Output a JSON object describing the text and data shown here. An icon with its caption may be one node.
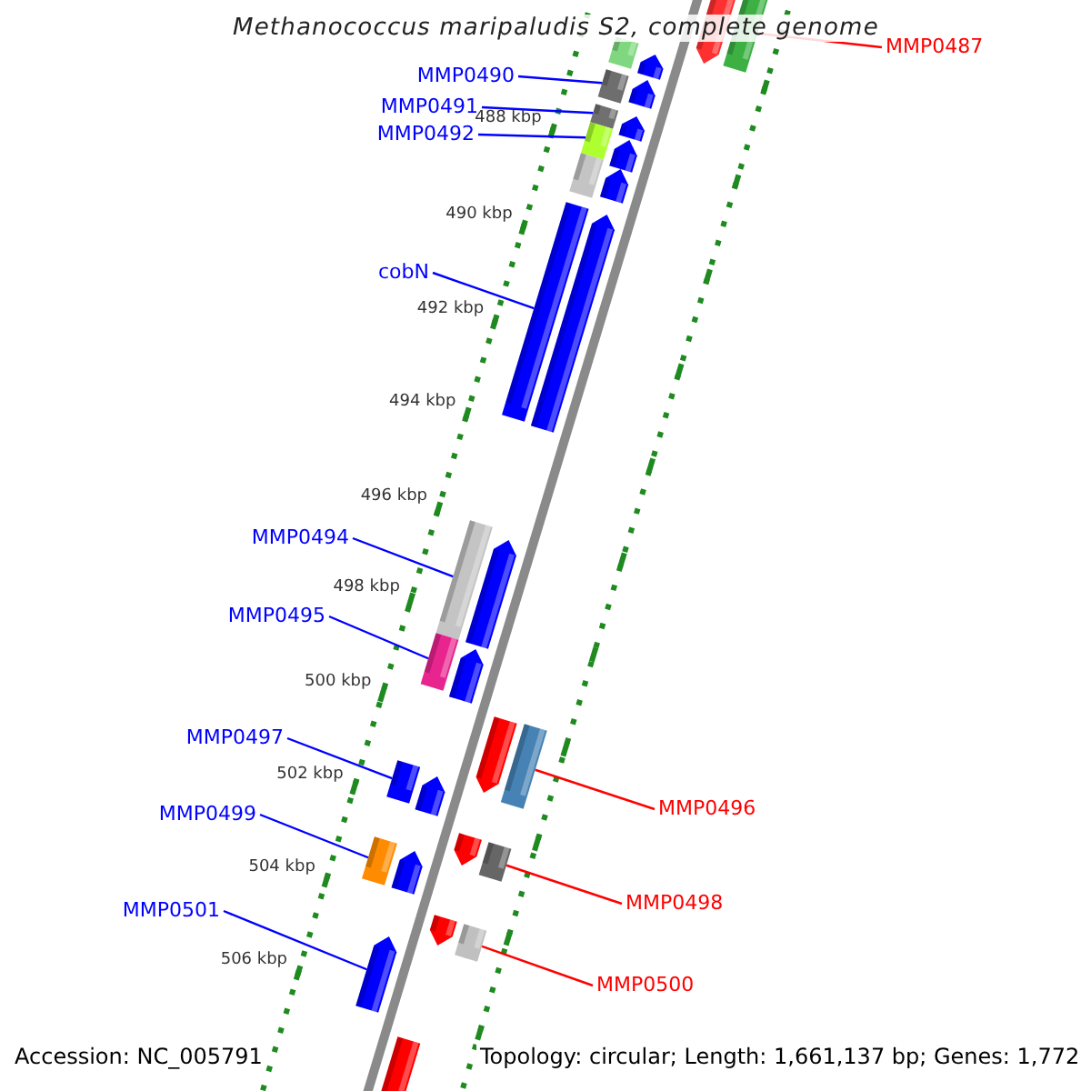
{
  "diagram": {
    "title": "Methanococcus maripaludis S2, complete genome",
    "nodes": [
      {
        "text": [
          "MMP0487"
        ]
      },
      {
        "text": [
          "MMP0490"
        ]
      },
      {
        "text": [
          "MMP0491"
        ]
      },
      {
        "text": [
          "MMP0492"
        ]
      },
      {
        "text": [
          "cobN"
        ]
      },
      {
        "text": [
          "MMP0494"
        ]
      },
      {
        "text": [
          "MMP0495"
        ]
      },
      {
        "text": [
          "MMP0497"
        ]
      },
      {
        "text": [
          "MMP0496"
        ]
      },
      {
        "text": [
          "MMP0499"
        ]
      },
      {
        "text": [
          "MMP0498"
        ]
      },
      {
        "text": [
          "MMP0501"
        ]
      },
      {
        "text": [
          "MMP0500"
        ]
      },
      {
        "text": [],
        "shape": "box"
      },
      {
        "text": [],
        "shape": "box"
      },
      {
        "text": [],
        "shape": "box"
      },
      {
        "text": [],
        "shape": "box"
      },
      {
        "text": [],
        "shape": "box"
      },
      {
        "text": [],
        "shape": "box"
      },
      {
        "text": [],
        "shape": "box"
      },
      {
        "text": [],
        "shape": "box"
      },
      {
        "text": [],
        "shape": "box"
      },
      {
        "text": [],
        "shape": "box"
      },
      {
        "text": [],
        "shape": "box"
      },
      {
        "text": [],
        "shape": "pentagon"
      },
      {
        "text": [],
        "shape": "box"
      },
      {
        "text": [],
        "shape": "pentagon"
      },
      {
        "text": [],
        "shape": "box"
      },
      {
        "text": [],
        "shape": "pentagon"
      },
      {
        "text": [],
        "shape": "pentagon"
      },
      {
        "text": [],
        "shape": "pentagon"
      },
      {
        "text": [],
        "shape": "pentagon"
      },
      {
        "text": [],
        "shape": "box"
      },
      {
        "text": [],
        "shape": "pentagon"
      },
      {
        "text": [],
        "shape": "pentagon"
      },
      {
        "text": [],
        "shape": "pentagon"
      },
      {
        "text": [],
        "shape": "pentagon"
      },
      {
        "text": [],
        "shape": "pentagon"
      },
      {
        "text": [],
        "shape": "pentagon"
      },
      {
        "text": [],
        "shape": "pentagon"
      },
      {
        "text": [],
        "shape": "pentagon"
      },
      {
        "text": [],
        "shape": "pentagon"
      },
      {
        "text": [],
        "shape": "pentagon"
      }
    ],
    "edges": [
      {
        "from": 0,
        "to": 13,
        "arrow": "none",
        "color": "#ff0000"
      },
      {
        "from": 1,
        "to": 14,
        "arrow": "none"
      },
      {
        "from": 2,
        "to": 15,
        "arrow": "none"
      },
      {
        "from": 3,
        "to": 16,
        "arrow": "none"
      },
      {
        "from": 4,
        "to": 17,
        "arrow": "none"
      },
      {
        "from": 5,
        "to": 18,
        "arrow": "none"
      },
      {
        "from": 6,
        "to": 19,
        "arrow": "none"
      },
      {
        "from": 7,
        "to": 20,
        "arrow": "none"
      },
      {
        "from": 8,
        "to": 21,
        "arrow": "none",
        "color": "#ff0000"
      },
      {
        "from": 9,
        "to": 22,
        "arrow": "none"
      },
      {
        "from": 10,
        "to": 23,
        "arrow": "none",
        "color": "#ff0000"
      },
      {
        "from": 11,
        "to": 24,
        "arrow": "none"
      },
      {
        "from": 12,
        "to": 25,
        "arrow": "none",
        "color": "#ff0000"
      }
    ],
    "labels": [
      "488 kbp",
      "490 kbp",
      "492 kbp",
      "494 kbp",
      "496 kbp",
      "498 kbp",
      "500 kbp",
      "502 kbp",
      "504 kbp",
      "506 kbp",
      "Accession: NC_005791",
      "Topology: circular; Length: 1,661,137 bp; Genes: 1,772"
    ]
  }
}
